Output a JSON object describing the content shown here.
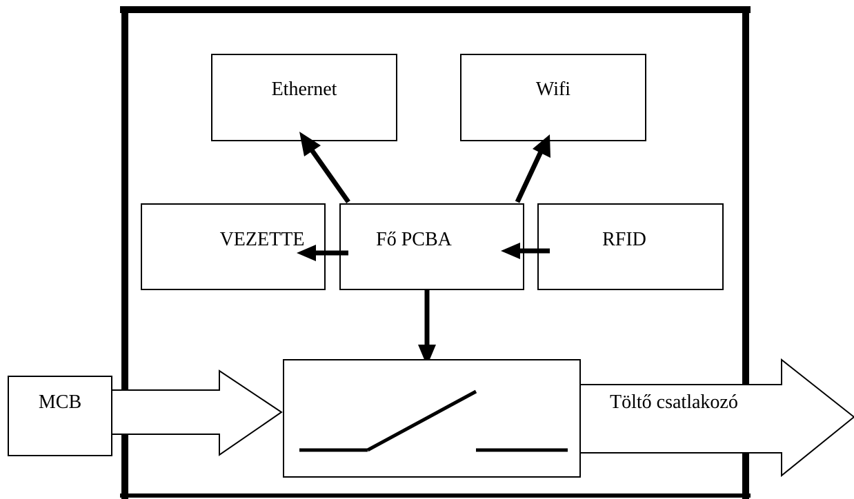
{
  "diagram": {
    "blocks": {
      "ethernet": "Ethernet",
      "wifi": "Wifi",
      "vezette": "VEZETTE",
      "main_pcba": "Fő PCBA",
      "rfid": "RFID",
      "mcb": "MCB",
      "charging_connector": "Töltő csatlakozó"
    }
  },
  "colors": {
    "stroke": "#000000",
    "background": "#ffffff"
  }
}
